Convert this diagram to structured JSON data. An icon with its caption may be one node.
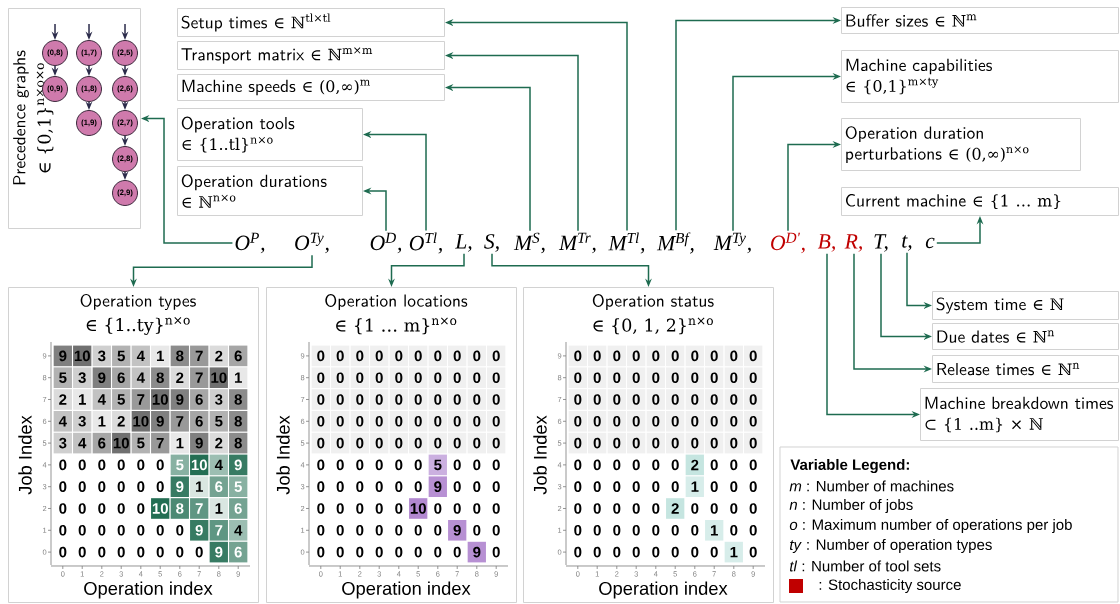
{
  "diagram": {
    "nodes": [
      {
        "text": [
          "Precedence graphs",
          "∈ {0,1}$^{n×o×o}$"
        ]
      },
      {
        "text": [
          "(0,8)"
        ],
        "in": 0
      },
      {
        "text": [
          "(1,7)"
        ],
        "in": 0
      },
      {
        "text": [
          "(2,5)"
        ],
        "in": 0
      },
      {
        "text": [
          "(0,9)"
        ],
        "in": 0
      },
      {
        "text": [
          "(1,8)"
        ],
        "in": 0
      },
      {
        "text": [
          "(2,6)"
        ],
        "in": 0
      },
      {
        "text": [
          "(1,9)"
        ],
        "in": 0
      },
      {
        "text": [
          "(2,7)"
        ],
        "in": 0
      },
      {
        "text": [
          "(2,8)"
        ],
        "in": 0
      },
      {
        "text": [
          "(2,9)"
        ],
        "in": 0
      },
      {
        "text": [
          "Setup times",
          "∈ ℕ$^{tl×tl}$"
        ]
      },
      {
        "text": [
          "Transport matrix",
          "∈ ℕ$^{m×m}$"
        ]
      },
      {
        "text": [
          "Machine speeds",
          "∈ (0,∞)$^{m}$"
        ]
      },
      {
        "text": [
          "Operation tools",
          "∈ {1..tl}$^{n×o}$"
        ]
      },
      {
        "text": [
          "Operation durations",
          "∈ ℕ$^{n×o}$"
        ]
      },
      {
        "text": [
          "Buffer sizes",
          "∈ ℕ$^{m}$"
        ]
      },
      {
        "text": [
          "Machine capabilities",
          "∈ {0,1}$^{m×ty}$"
        ]
      },
      {
        "text": [
          "Operation duration perturbations",
          "∈ (0,∞)$^{n×o}$"
        ]
      },
      {
        "text": [
          "Current machine",
          "∈ {1 … m}"
        ]
      },
      {
        "text": [
          "O$^{P}$,"
        ]
      },
      {
        "text": [
          "O$^{Ty}$,"
        ]
      },
      {
        "text": [
          "O$^{D}$,"
        ]
      },
      {
        "text": [
          "O$^{Tl}$,"
        ]
      },
      {
        "text": [
          "L,"
        ]
      },
      {
        "text": [
          "S,"
        ]
      },
      {
        "text": [
          "M$^{S}$,"
        ]
      },
      {
        "text": [
          "M$^{Tr}$,"
        ]
      },
      {
        "text": [
          "M$^{Tl}$,"
        ]
      },
      {
        "text": [
          "M$^{Bf}$,"
        ]
      },
      {
        "text": [
          "M$^{Ty}$,"
        ]
      },
      {
        "text": [
          "O$^{D'}$,"
        ]
      },
      {
        "text": [
          "B,"
        ]
      },
      {
        "text": [
          "R,"
        ]
      },
      {
        "text": [
          "T,"
        ]
      },
      {
        "text": [
          "t,"
        ]
      },
      {
        "text": [
          "c"
        ]
      },
      {
        "text": [
          "System time",
          "∈ ℕ"
        ]
      },
      {
        "text": [
          "Due dates",
          "∈ ℕ$^{n}$"
        ]
      },
      {
        "text": [
          "Release times",
          "∈ ℕ$^{n}$"
        ]
      },
      {
        "text": [
          "Machine breakdown times",
          "⊂ {1 ..m} × ℕ"
        ]
      },
      {
        "text": [
          "Operation types",
          "∈ {1..ty}$^{n×o}$"
        ]
      },
      {
        "text": [
          "Operation locations",
          "∈ {1 … m}$^{n×o}$"
        ]
      },
      {
        "text": [
          "Operation status",
          "∈ {0, 1, 2}$^{n×o}$"
        ]
      }
    ],
    "edges": [
      {
        "from": null,
        "to": 1,
        "arrow": "to",
        "color": "#2b2b4a"
      },
      {
        "from": null,
        "to": 2,
        "arrow": "to",
        "color": "#2b2b4a"
      },
      {
        "from": null,
        "to": 3,
        "arrow": "to",
        "color": "#2b2b4a"
      },
      {
        "from": 1,
        "to": 4,
        "arrow": "to",
        "color": "#2b2b4a"
      },
      {
        "from": 2,
        "to": 5,
        "arrow": "to",
        "color": "#2b2b4a"
      },
      {
        "from": 3,
        "to": 6,
        "arrow": "to",
        "color": "#2b2b4a"
      },
      {
        "from": 5,
        "to": 7,
        "arrow": "to",
        "color": "#2b2b4a"
      },
      {
        "from": 6,
        "to": 8,
        "arrow": "to",
        "color": "#2b2b4a"
      },
      {
        "from": 8,
        "to": 9,
        "arrow": "to",
        "color": "#2b2b4a"
      },
      {
        "from": 9,
        "to": 10,
        "arrow": "to",
        "color": "#2b2b4a"
      },
      {
        "from": 20,
        "to": 0,
        "arrow": "to"
      },
      {
        "from": 21,
        "to": 41,
        "arrow": "to"
      },
      {
        "from": 22,
        "to": 15,
        "arrow": "to"
      },
      {
        "from": 23,
        "to": 14,
        "arrow": "to"
      },
      {
        "from": 24,
        "to": 42,
        "arrow": "to"
      },
      {
        "from": 25,
        "to": 43,
        "arrow": "to"
      },
      {
        "from": 26,
        "to": 13,
        "arrow": "to"
      },
      {
        "from": 27,
        "to": 12,
        "arrow": "to"
      },
      {
        "from": 28,
        "to": 11,
        "arrow": "to"
      },
      {
        "from": 29,
        "to": 16,
        "arrow": "to"
      },
      {
        "from": 30,
        "to": 17,
        "arrow": "to"
      },
      {
        "from": 31,
        "to": 18,
        "arrow": "to"
      },
      {
        "from": 32,
        "to": 40,
        "arrow": "to"
      },
      {
        "from": 33,
        "to": 39,
        "arrow": "to"
      },
      {
        "from": 34,
        "to": 38,
        "arrow": "to"
      },
      {
        "from": 35,
        "to": 37,
        "arrow": "to"
      },
      {
        "from": 36,
        "to": 19,
        "arrow": "to"
      }
    ],
    "labels": [
      "Job Index",
      "9",
      "9",
      "10",
      "3",
      "5",
      "4",
      "1",
      "8",
      "7",
      "2",
      "6",
      "8",
      "5",
      "3",
      "9",
      "6",
      "4",
      "8",
      "2",
      "7",
      "10",
      "1",
      "7",
      "2",
      "1",
      "4",
      "5",
      "7",
      "10",
      "9",
      "6",
      "3",
      "8",
      "6",
      "4",
      "3",
      "1",
      "2",
      "10",
      "9",
      "7",
      "6",
      "5",
      "8",
      "5",
      "3",
      "4",
      "6",
      "10",
      "5",
      "7",
      "1",
      "9",
      "2",
      "8",
      "4",
      "0",
      "0",
      "0",
      "0",
      "0",
      "0",
      "5",
      "10",
      "4",
      "9",
      "3",
      "0",
      "0",
      "0",
      "0",
      "0",
      "0",
      "9",
      "1",
      "6",
      "5",
      "2",
      "0",
      "0",
      "0",
      "0",
      "0",
      "10",
      "8",
      "7",
      "1",
      "6",
      "1",
      "0",
      "0",
      "0",
      "0",
      "0",
      "0",
      "0",
      "9",
      "7",
      "4",
      "0",
      "0",
      "0",
      "0",
      "0",
      "0",
      "0",
      "0",
      "0",
      "9",
      "6",
      "0",
      "1",
      "2",
      "3",
      "4",
      "5",
      "6",
      "7",
      "8",
      "9",
      "Operation index",
      "Job Index",
      "9",
      "0",
      "0",
      "0",
      "0",
      "0",
      "0",
      "0",
      "0",
      "0",
      "0",
      "8",
      "0",
      "0",
      "0",
      "0",
      "0",
      "0",
      "0",
      "0",
      "0",
      "0",
      "7",
      "0",
      "0",
      "0",
      "0",
      "0",
      "0",
      "0",
      "0",
      "0",
      "0",
      "6",
      "0",
      "0",
      "0",
      "0",
      "0",
      "0",
      "0",
      "0",
      "0",
      "0",
      "5",
      "0",
      "0",
      "0",
      "0",
      "0",
      "0",
      "0",
      "0",
      "0",
      "0",
      "4",
      "0",
      "0",
      "0",
      "0",
      "0",
      "0",
      "5",
      "0",
      "0",
      "0",
      "3",
      "0",
      "0",
      "0",
      "0",
      "0",
      "0",
      "9",
      "0",
      "0",
      "0",
      "2",
      "0",
      "0",
      "0",
      "0",
      "0",
      "10",
      "0",
      "0",
      "0",
      "0",
      "1",
      "0",
      "0",
      "0",
      "0",
      "0",
      "0",
      "0",
      "9",
      "0",
      "0",
      "0",
      "0",
      "0",
      "0",
      "0",
      "0",
      "0",
      "0",
      "0",
      "9",
      "0",
      "0",
      "1",
      "2",
      "3",
      "4",
      "5",
      "6",
      "7",
      "8",
      "9",
      "Operation index",
      "Job Index",
      "9",
      "0",
      "0",
      "0",
      "0",
      "0",
      "0",
      "0",
      "0",
      "0",
      "0",
      "8",
      "0",
      "0",
      "0",
      "0",
      "0",
      "0",
      "0",
      "0",
      "0",
      "0",
      "7",
      "0",
      "0",
      "0",
      "0",
      "0",
      "0",
      "0",
      "0",
      "0",
      "0",
      "6",
      "0",
      "0",
      "0",
      "0",
      "0",
      "0",
      "0",
      "0",
      "0",
      "0",
      "5",
      "0",
      "0",
      "0",
      "0",
      "0",
      "0",
      "0",
      "0",
      "0",
      "0",
      "4",
      "0",
      "0",
      "0",
      "0",
      "0",
      "0",
      "2",
      "0",
      "0",
      "0",
      "3",
      "0",
      "0",
      "0",
      "0",
      "0",
      "0",
      "1",
      "0",
      "0",
      "0",
      "2",
      "0",
      "0",
      "0",
      "0",
      "0",
      "2",
      "0",
      "0",
      "0",
      "0",
      "1",
      "0",
      "0",
      "0",
      "0",
      "0",
      "0",
      "0",
      "1",
      "0",
      "0",
      "0",
      "0",
      "0",
      "0",
      "0",
      "0",
      "0",
      "0",
      "0",
      "1",
      "0",
      "0",
      "1",
      "2",
      "3",
      "4",
      "5",
      "6",
      "7",
      "8",
      "9",
      "Operation index",
      "Variable Legend:"
    ],
    "legend": [
      {
        "text": "*m*  : Number of machines"
      },
      {
        "text": "*n*  : Number of jobs"
      },
      {
        "text": "*o*  : Maximum number of operations per job"
      },
      {
        "text": "*ty* : Number of operation types"
      },
      {
        "text": "*tl*  : Number of tool sets"
      },
      {
        "text": ": Stochasticity source",
        "color": "#c00000"
      }
    ]
  }
}
